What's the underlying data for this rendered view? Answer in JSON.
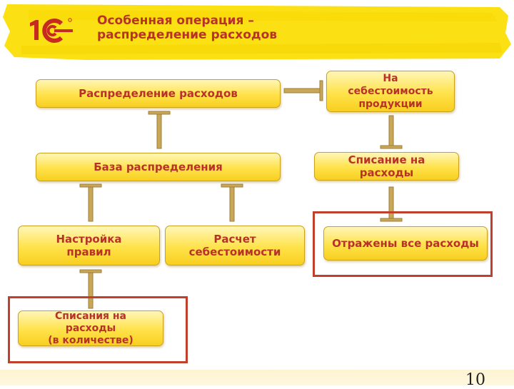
{
  "header": {
    "title_line1": "Особенная операция –",
    "title_line2": "распределение расходов"
  },
  "diagram": {
    "nodes": {
      "cost_distribution": "Распределение расходов",
      "to_product_cost": "На\nсебестоимость\nпродукции",
      "distribution_base": "База распределения",
      "write_off_expenses": "Списание на\nрасходы",
      "rule_settings": "Настройка\nправил",
      "cost_calculation": "Расчет\nсебестоимости",
      "all_expenses_reflected": "Отражены все расходы",
      "write_offs_quantity": "Списания на\nрасходы\n(в количестве)"
    }
  },
  "footer": {
    "page_number": "10"
  },
  "colors": {
    "banner": "#fbe114",
    "title": "#b8322a",
    "node_fill": "#ffe24a",
    "highlight_frame": "#c0402b",
    "arrow": "#c9a75a"
  }
}
